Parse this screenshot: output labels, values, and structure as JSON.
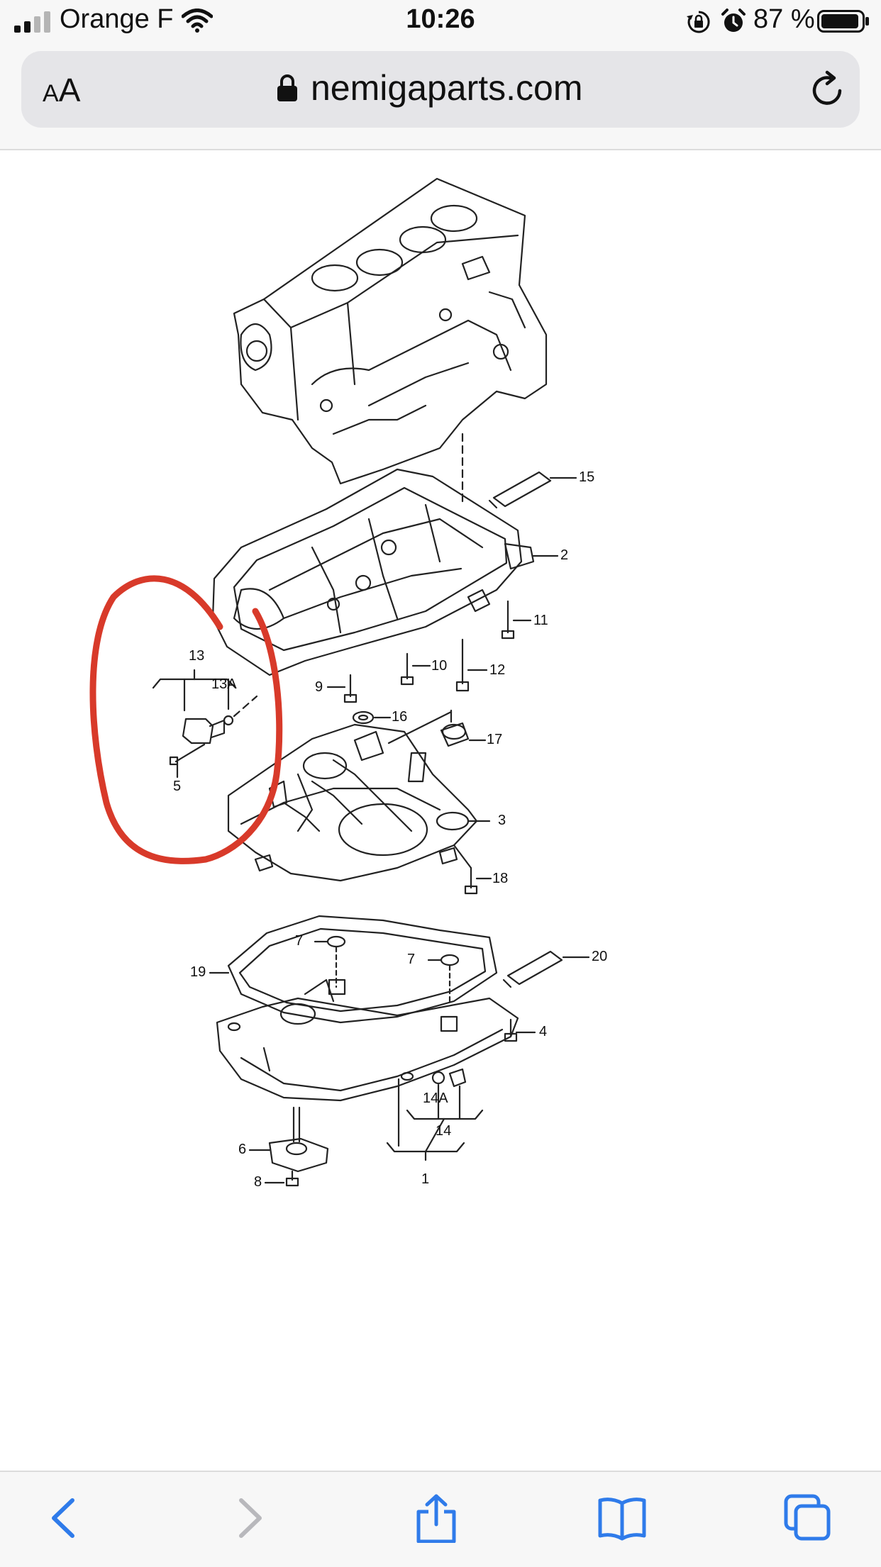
{
  "status_bar": {
    "carrier": "Orange F",
    "time": "10:26",
    "battery_percent": "87 %",
    "icons": [
      "signal-icon",
      "wifi-icon",
      "orientation-lock-icon",
      "alarm-icon",
      "battery-icon"
    ]
  },
  "address_bar": {
    "text_size_label_small": "A",
    "text_size_label_large": "A",
    "url": "nemigaparts.com",
    "icons": [
      "lock-icon",
      "reload-icon"
    ]
  },
  "diagram": {
    "annotation_color": "#d83a2a",
    "callouts": {
      "c1": "1",
      "c2": "2",
      "c3": "3",
      "c4": "4",
      "c5": "5",
      "c6": "6",
      "c7a": "7",
      "c7b": "7",
      "c8": "8",
      "c9": "9",
      "c10": "10",
      "c11": "11",
      "c12": "12",
      "c13": "13",
      "c13a": "13A",
      "c14": "14",
      "c14a": "14A",
      "c15": "15",
      "c16": "16",
      "c17": "17",
      "c18": "18",
      "c19": "19",
      "c20": "20"
    }
  },
  "toolbar": {
    "icons": [
      "back-icon",
      "forward-icon",
      "share-icon",
      "bookmarks-icon",
      "tabs-icon"
    ],
    "accent_color": "#2f7bea",
    "disabled_color": "#b8b8bc"
  }
}
